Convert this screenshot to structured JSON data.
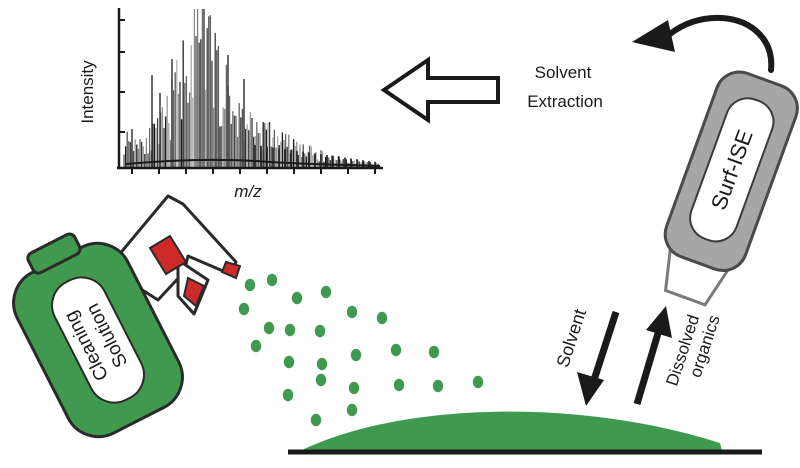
{
  "spectrum": {
    "ylabel": "Intensity",
    "xlabel": "m/z"
  },
  "extraction": {
    "line1": "Solvent",
    "line2": "Extraction"
  },
  "probe": {
    "label": "Surf-ISE"
  },
  "bottle": {
    "label_line1": "Cleaning",
    "label_line2": "Solution"
  },
  "flux": {
    "down_label": "Solvent",
    "up_label_line1": "Dissolved",
    "up_label_line2": "organics"
  },
  "colors": {
    "green": "#3f9a4f",
    "red": "#cf2a2a",
    "probe_gray": "#a6a6a6",
    "ink": "#1a1a1a"
  }
}
